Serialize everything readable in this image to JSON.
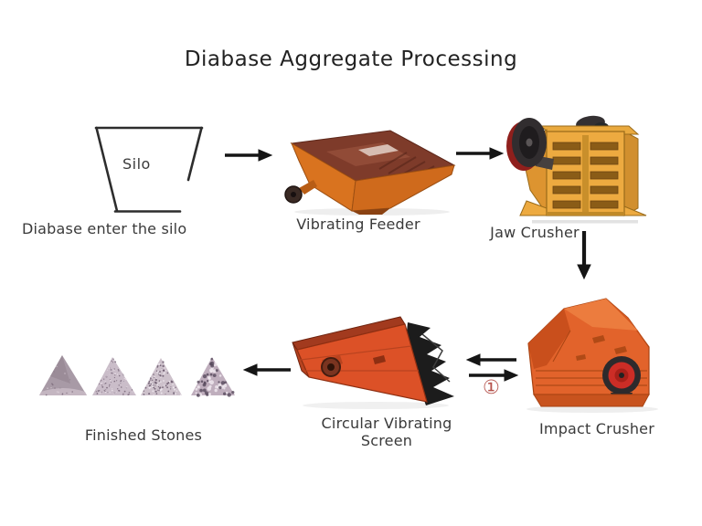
{
  "title": "Diabase Aggregate Processing",
  "labels": {
    "silo": "Silo",
    "silo_caption": "Diabase enter the silo",
    "vibrating_feeder": "Vibrating Feeder",
    "jaw_crusher": "Jaw Crusher",
    "impact_crusher": "Impact Crusher",
    "circular_vibrating_screen": "Circular Vibrating Screen",
    "finished_stones": "Finished Stones",
    "recirculation_marker": "①"
  },
  "process_flow": [
    "Silo",
    "Vibrating Feeder",
    "Jaw Crusher",
    "Impact Crusher",
    "Circular Vibrating Screen",
    "Finished Stones"
  ],
  "colors": {
    "background": "#ffffff",
    "text": "#3a3a3a",
    "arrow": "#151515",
    "feeder_orange": "#d9731f",
    "feeder_deck_brown": "#7e3b2a",
    "jaw_crusher_yellow": "#edaa40",
    "flywheel_dark": "#312d2f",
    "flywheel_maroon": "#8f1f1c",
    "impact_crusher_orange": "#e2632b",
    "wheel_hub_red": "#cc2d26",
    "screen_orange_red": "#dc5127",
    "screen_support_black": "#1c1c1c",
    "stone_mauve": "#b9abb7",
    "marker_red": "#b5524c"
  }
}
